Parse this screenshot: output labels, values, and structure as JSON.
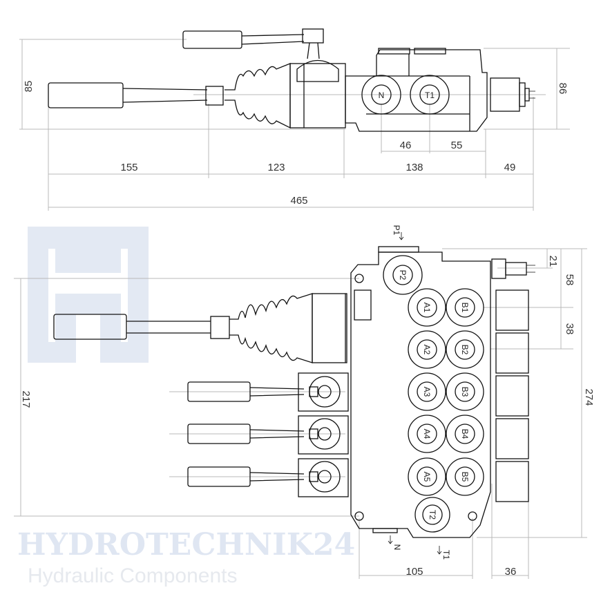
{
  "watermark": {
    "brand": "HYDROTECHNIK24",
    "tagline": "Hydraulic Components"
  },
  "top_view": {
    "dims": {
      "height_left": "85",
      "height_right": "86",
      "n_to_t1": "46",
      "t1_to_end": "55",
      "handle": "155",
      "bellows": "123",
      "body": "138",
      "cap": "49",
      "total": "465"
    },
    "ports": {
      "n": "N",
      "t1": "T1"
    }
  },
  "front_view": {
    "dims": {
      "top_offset": "21",
      "p_to_a1": "58",
      "pitch": "38",
      "total_height": "274",
      "lever_height": "217",
      "hole_spacing": "105",
      "side": "36"
    },
    "ports": {
      "p1": "P1",
      "p2": "P2",
      "a": [
        "A1",
        "A2",
        "A3",
        "A4",
        "A5"
      ],
      "b": [
        "B1",
        "B2",
        "B3",
        "B4",
        "B5"
      ],
      "t2": "T2",
      "n": "N",
      "t1": "T1"
    }
  }
}
